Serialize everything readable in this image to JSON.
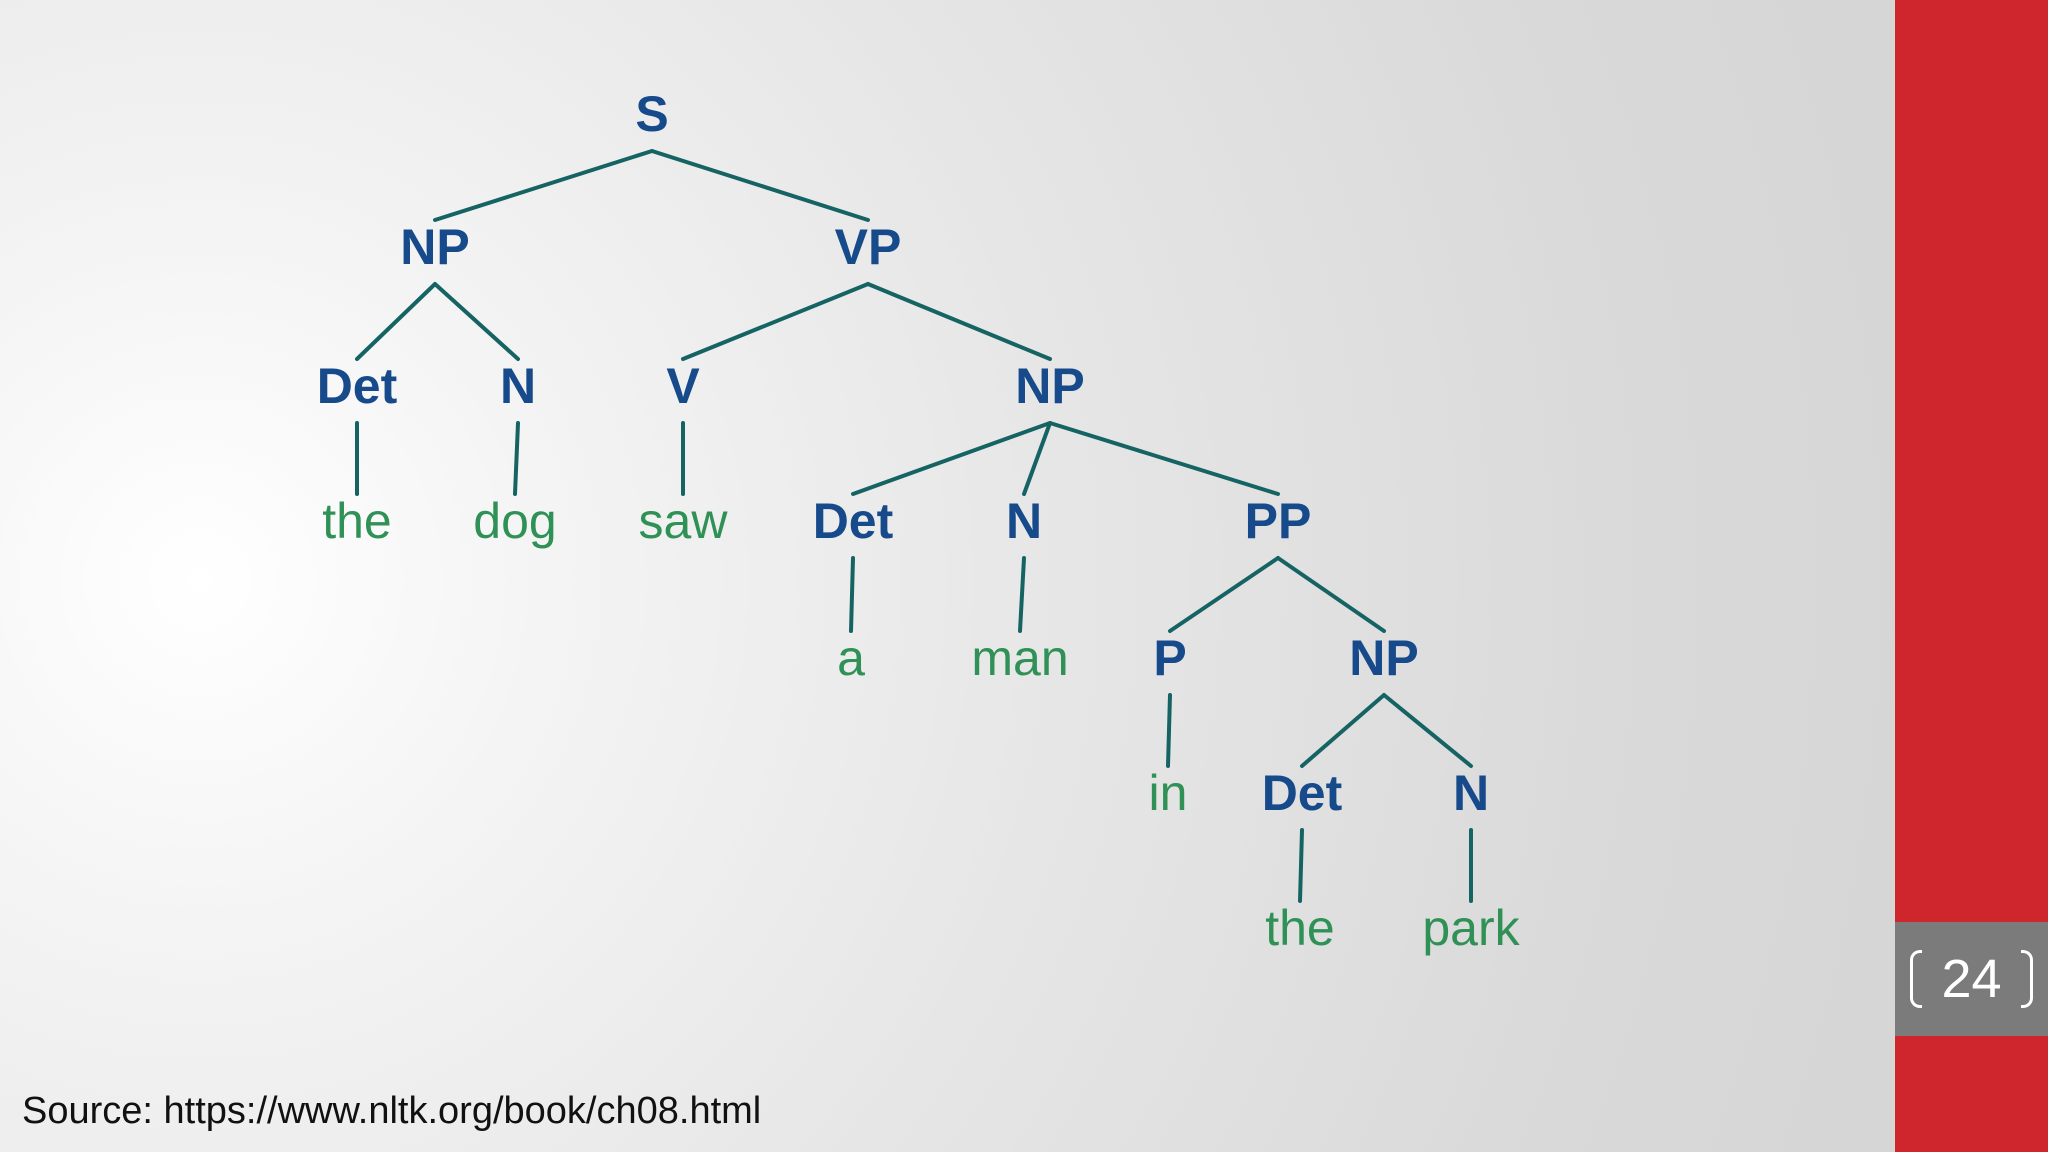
{
  "tree": {
    "root": "S",
    "categories": {
      "s": "S",
      "np1": "NP",
      "vp": "VP",
      "det1": "Det",
      "n1": "N",
      "v": "V",
      "np2": "NP",
      "det2": "Det",
      "n2": "N",
      "pp": "PP",
      "p": "P",
      "np3": "NP",
      "det3": "Det",
      "n3": "N"
    },
    "words": {
      "w_the1": "the",
      "w_dog": "dog",
      "w_saw": "saw",
      "w_a": "a",
      "w_man": "man",
      "w_in": "in",
      "w_the2": "the",
      "w_park": "park"
    },
    "edges": [
      [
        "s",
        "np1"
      ],
      [
        "s",
        "vp"
      ],
      [
        "np1",
        "det1"
      ],
      [
        "np1",
        "n1"
      ],
      [
        "vp",
        "v"
      ],
      [
        "vp",
        "np2"
      ],
      [
        "det1",
        "w_the1"
      ],
      [
        "n1",
        "w_dog"
      ],
      [
        "v",
        "w_saw"
      ],
      [
        "np2",
        "det2"
      ],
      [
        "np2",
        "n2"
      ],
      [
        "np2",
        "pp"
      ],
      [
        "det2",
        "w_a"
      ],
      [
        "n2",
        "w_man"
      ],
      [
        "pp",
        "p"
      ],
      [
        "pp",
        "np3"
      ],
      [
        "p",
        "w_in"
      ],
      [
        "np3",
        "det3"
      ],
      [
        "np3",
        "n3"
      ],
      [
        "det3",
        "w_the2"
      ],
      [
        "n3",
        "w_park"
      ]
    ]
  },
  "source_text": "Source: https://www.nltk.org/book/ch08.html",
  "page_number": "24",
  "colors": {
    "category": "#174a8a",
    "word": "#2f9155",
    "edge": "#166363",
    "sidebar": "#cf262d",
    "page_box": "#7b7b7b"
  }
}
